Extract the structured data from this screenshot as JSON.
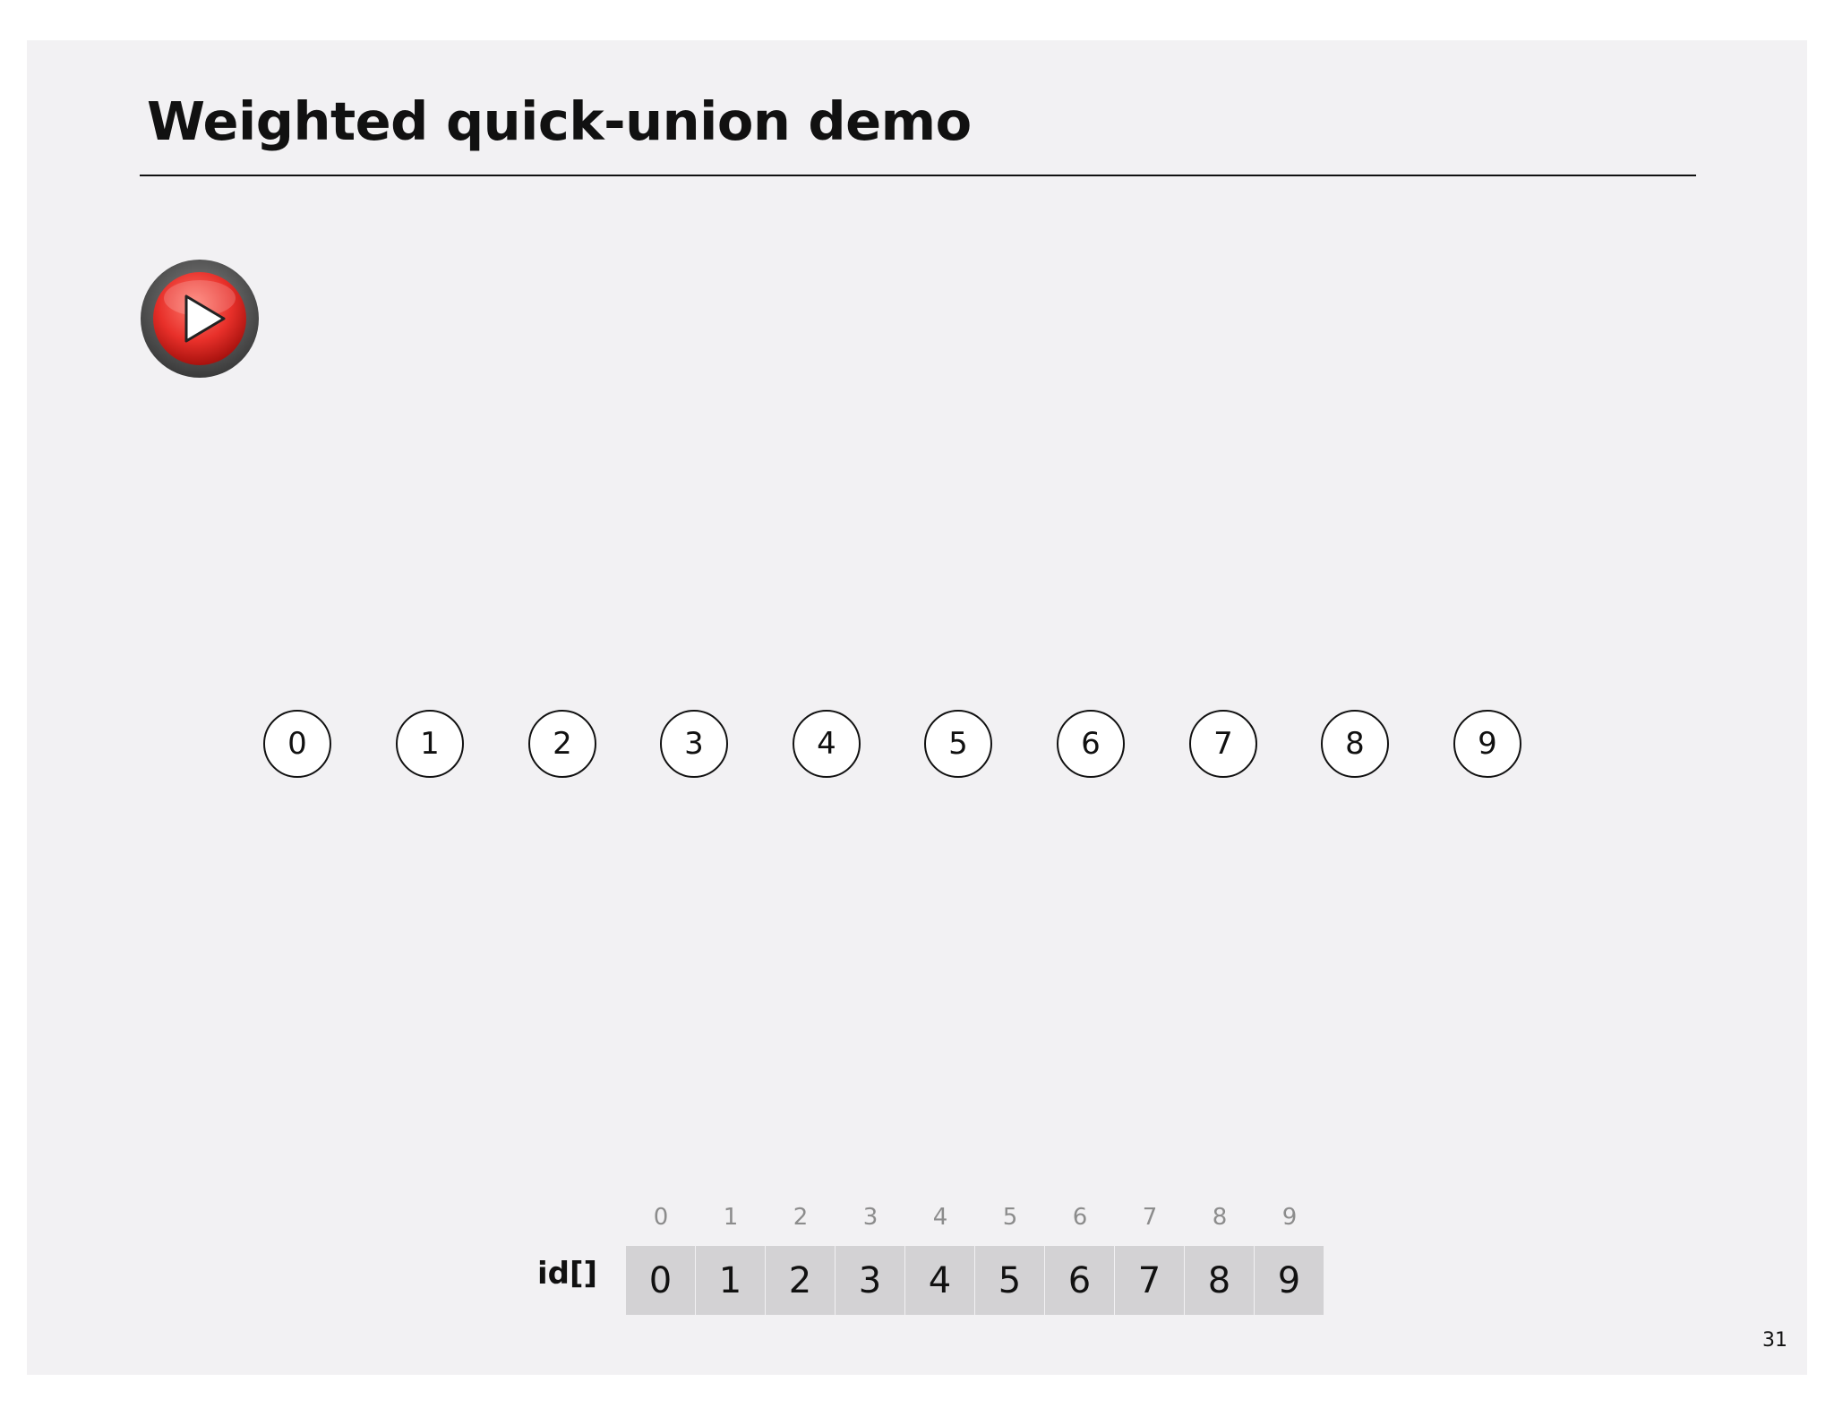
{
  "slide": {
    "title": "Weighted quick-union demo",
    "page_number": "31"
  },
  "play_button": {
    "icon": "play-icon",
    "colors": {
      "ring": "#4a4a4a",
      "fill": "#e8302a"
    }
  },
  "nodes": [
    "0",
    "1",
    "2",
    "3",
    "4",
    "5",
    "6",
    "7",
    "8",
    "9"
  ],
  "array": {
    "label": "id[]",
    "indices": [
      "0",
      "1",
      "2",
      "3",
      "4",
      "5",
      "6",
      "7",
      "8",
      "9"
    ],
    "values": [
      "0",
      "1",
      "2",
      "3",
      "4",
      "5",
      "6",
      "7",
      "8",
      "9"
    ]
  }
}
